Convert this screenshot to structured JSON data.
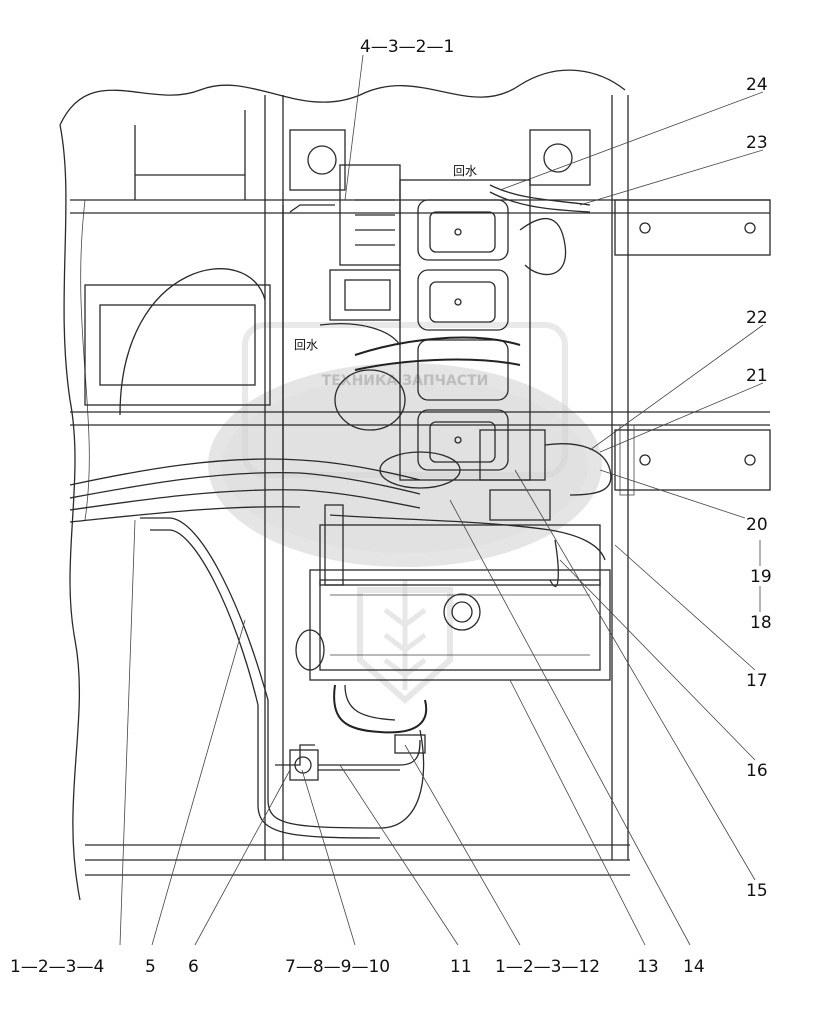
{
  "callouts": {
    "top_chain": "4—3—2—1",
    "c24": "24",
    "c23": "23",
    "c22": "22",
    "c21": "21",
    "c20": "20",
    "c19": "19",
    "c18": "18",
    "c17": "17",
    "c16": "16",
    "c15": "15",
    "bottom": [
      "1—2—3—4",
      "5",
      "6",
      "7—8—9—10",
      "11",
      "1—2—3—12",
      "13",
      "14"
    ]
  },
  "annotations": {
    "return_water_top": "回水",
    "return_water_left": "回水"
  },
  "watermark": {
    "text": "ТЕХНИКА ЗАПЧАСТИ"
  }
}
